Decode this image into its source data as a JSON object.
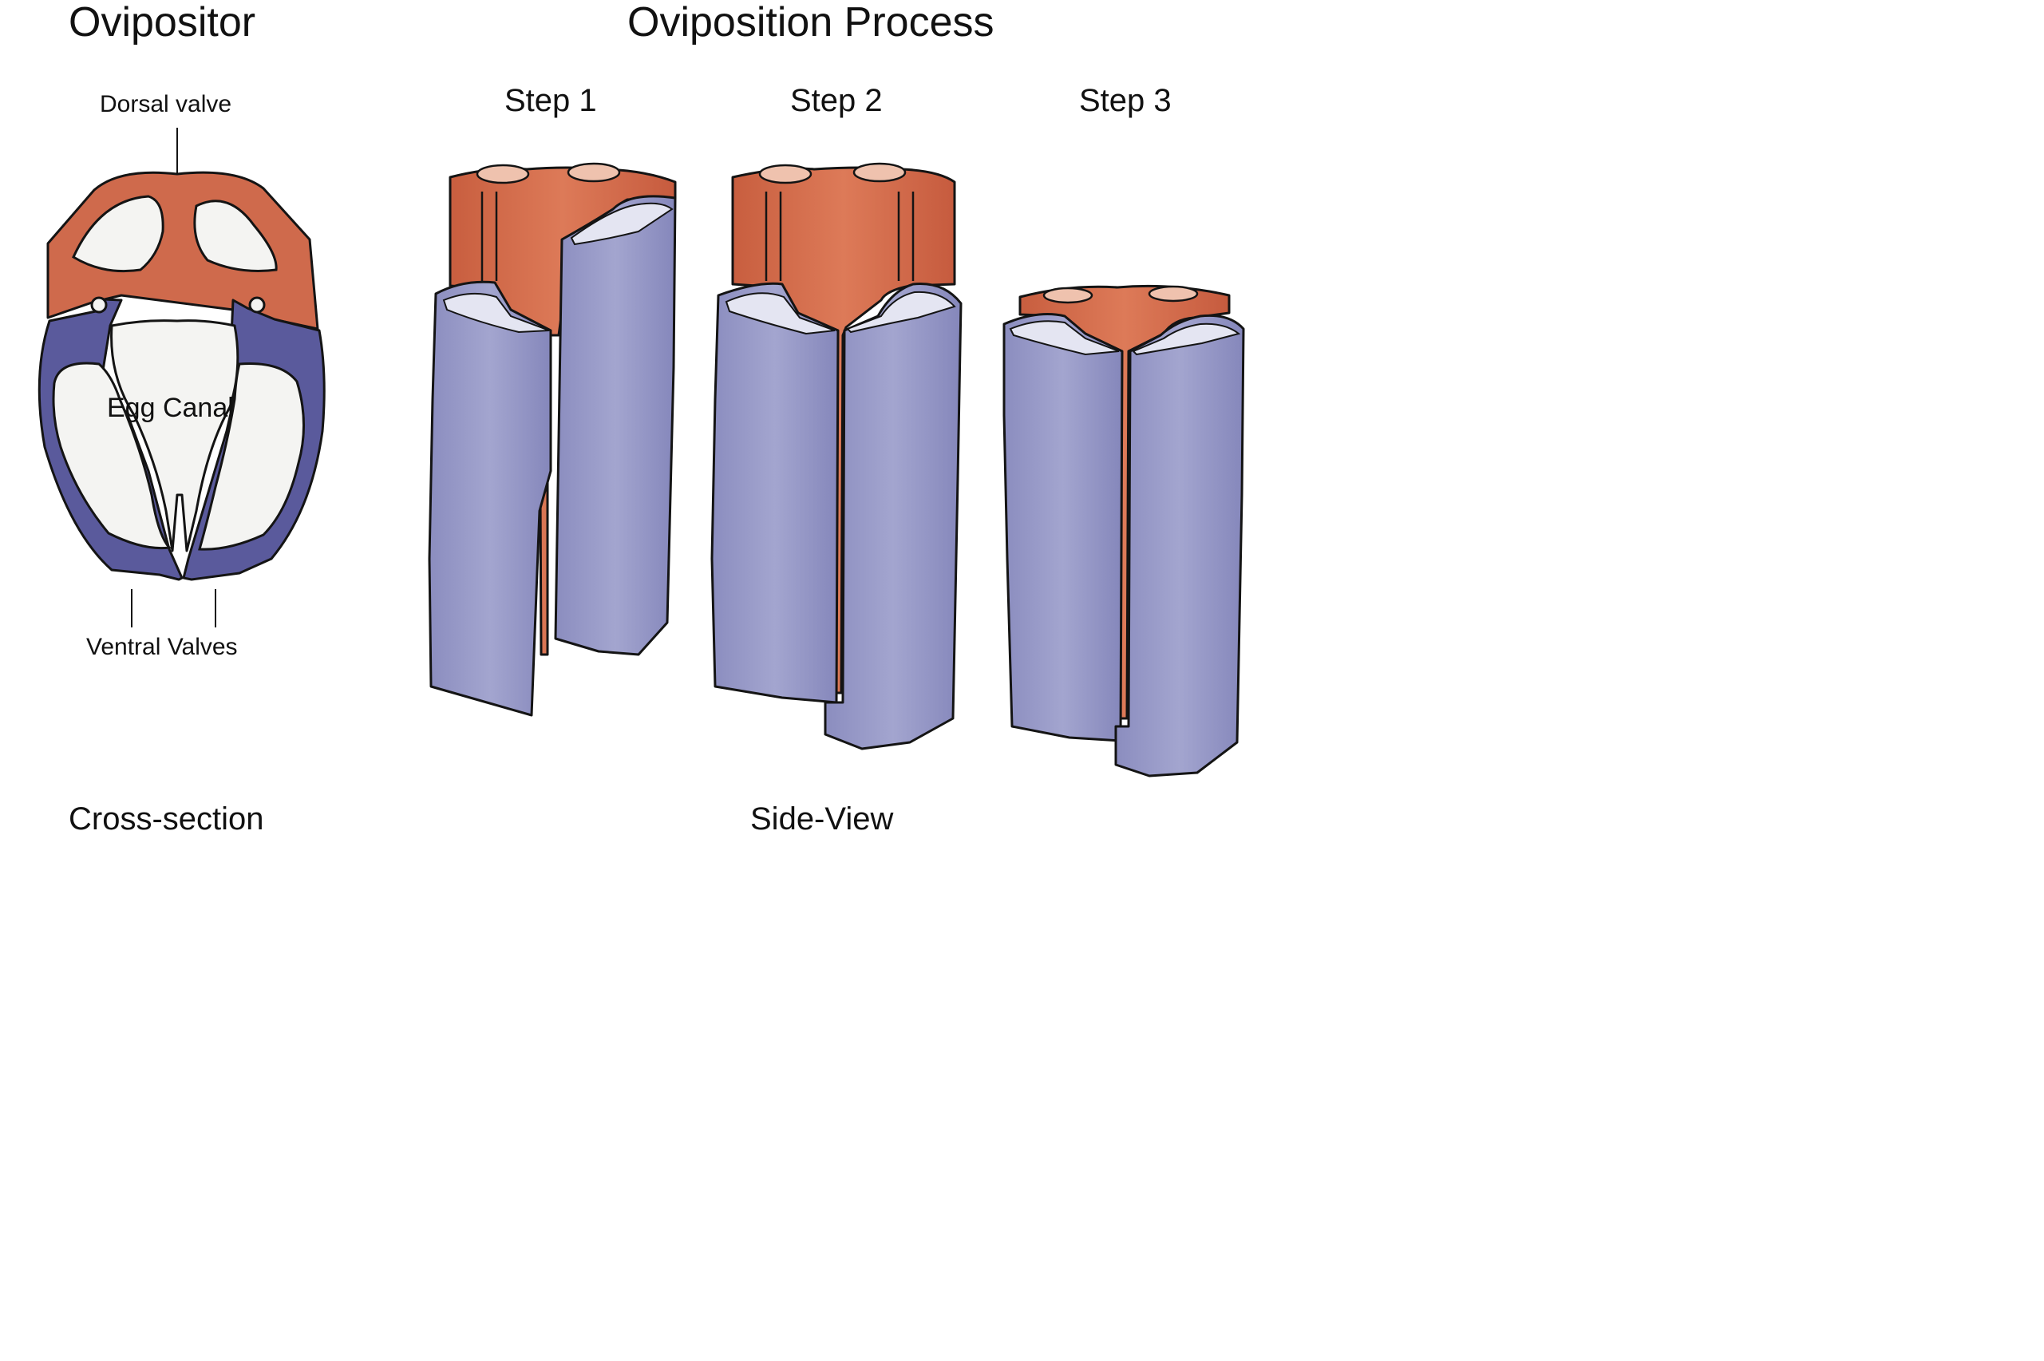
{
  "titles": {
    "left": "Ovipositor",
    "right": "Oviposition Process"
  },
  "cross_section": {
    "dorsal_label": "Dorsal valve",
    "canal_label": "Egg Canal",
    "ventral_label": "Ventral Valves",
    "caption": "Cross-section"
  },
  "process": {
    "steps": [
      "Step 1",
      "Step 2",
      "Step 3"
    ],
    "caption": "Side-View"
  },
  "colors": {
    "dorsal": "#cf6a4c",
    "dorsal_light": "#efc2ae",
    "ventral": "#5a5a9c",
    "ventral_light": "#9a9cc8",
    "interior": "#f4f4f2",
    "outline": "#141414"
  }
}
